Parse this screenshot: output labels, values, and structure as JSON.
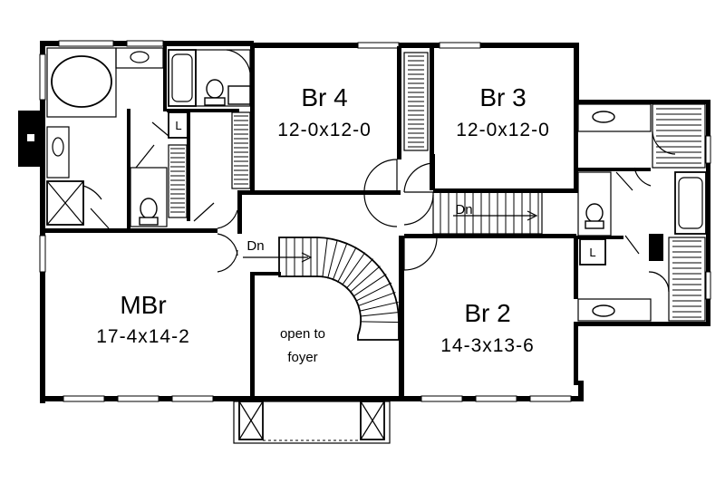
{
  "rooms": {
    "br4": {
      "name": "Br 4",
      "dims": "12-0x12-0"
    },
    "br3": {
      "name": "Br 3",
      "dims": "12-0x12-0"
    },
    "mbr": {
      "name": "MBr",
      "dims": "17-4x14-2"
    },
    "br2": {
      "name": "Br 2",
      "dims": "14-3x13-6"
    },
    "foyer": {
      "line1": "open to",
      "line2": "foyer"
    }
  },
  "stairs": {
    "main_dn": "Dn",
    "rear_dn": "Dn"
  },
  "labels": {
    "laundry_left": "L",
    "laundry_right": "L"
  }
}
